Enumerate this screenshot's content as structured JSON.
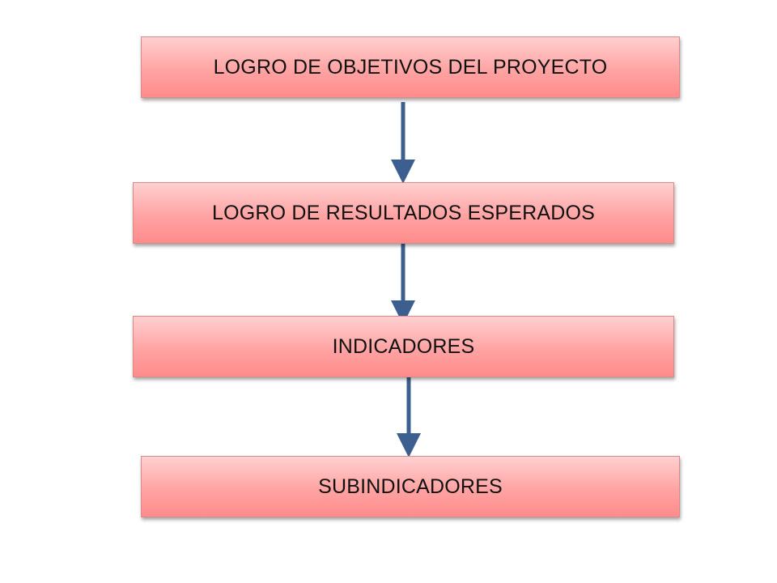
{
  "diagram": {
    "nodes": [
      {
        "id": "objetivos",
        "label": "LOGRO DE OBJETIVOS DEL PROYECTO"
      },
      {
        "id": "resultados",
        "label": "LOGRO DE RESULTADOS ESPERADOS"
      },
      {
        "id": "indicadores",
        "label": "INDICADORES"
      },
      {
        "id": "subindicadores",
        "label": "SUBINDICADORES"
      }
    ],
    "edges": [
      {
        "from": "objetivos",
        "to": "resultados"
      },
      {
        "from": "resultados",
        "to": "indicadores"
      },
      {
        "from": "indicadores",
        "to": "subindicadores"
      }
    ]
  },
  "colors": {
    "box_fill_top": "#ffd0d0",
    "box_fill_bottom": "#ff8b8b",
    "box_border": "#d98a8a",
    "arrow": "#3d5f8f",
    "text": "#111111"
  }
}
